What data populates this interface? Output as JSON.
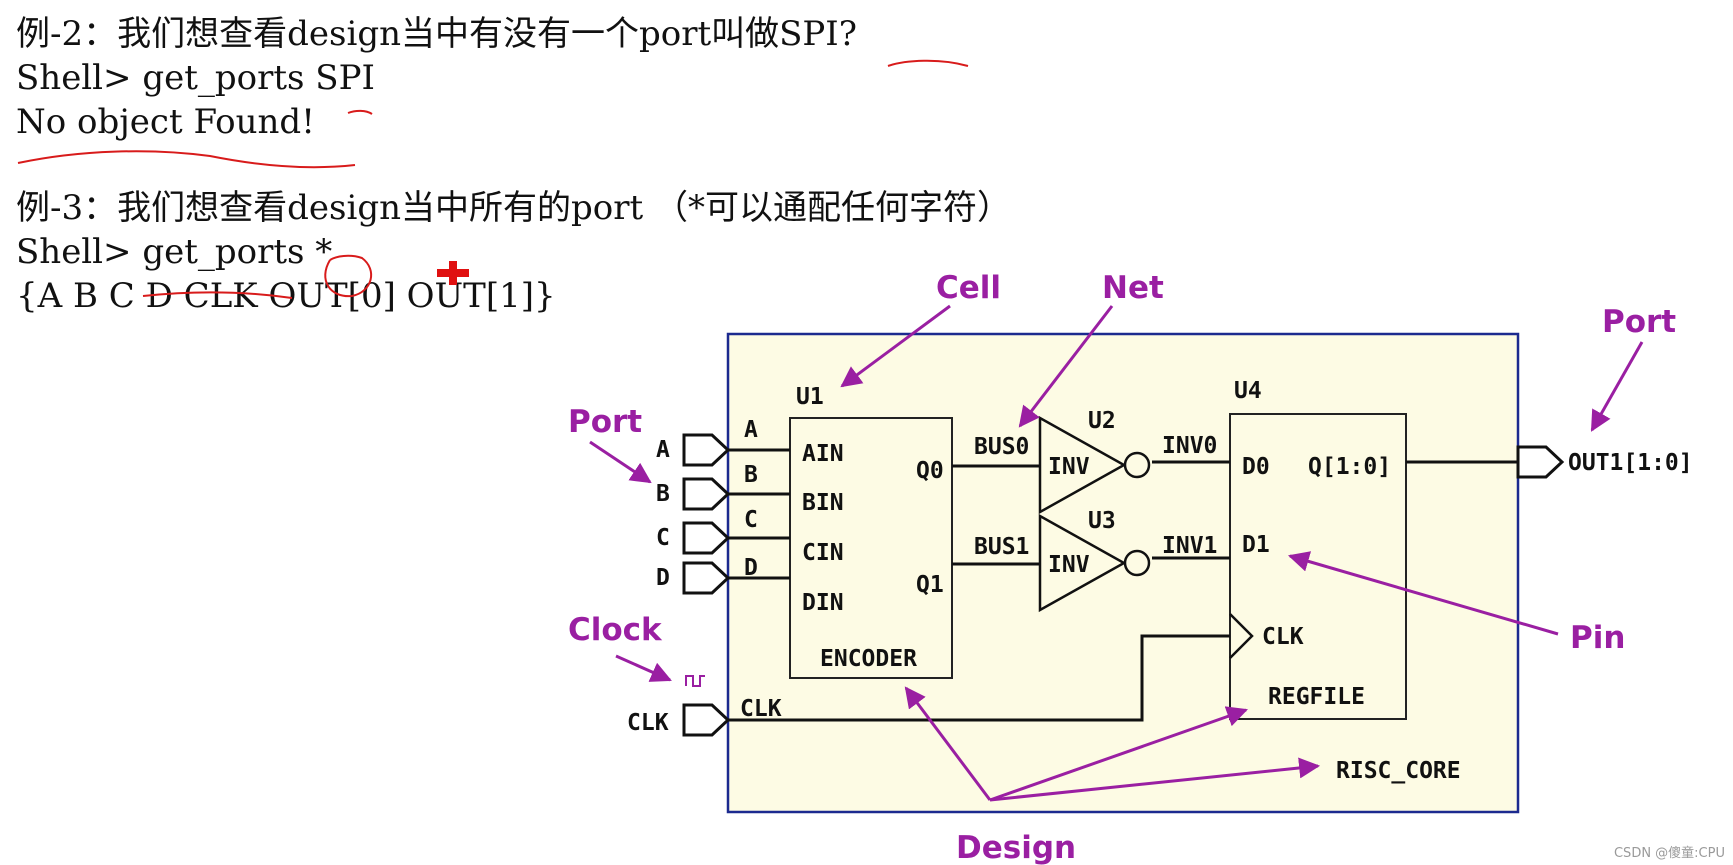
{
  "slide": {
    "lines": [
      "例-2：我们想查看design当中有没有一个port叫做SPI?",
      "Shell> get_ports SPI",
      "No object Found!",
      "例-3：我们想查看design当中所有的port （*可以通配任何字符）",
      "Shell> get_ports *",
      "{A B C D CLK OUT[0] OUT[1]}"
    ]
  },
  "diagram": {
    "callouts": {
      "cell": "Cell",
      "net": "Net",
      "port_top": "Port",
      "port_left": "Port",
      "clock": "Clock",
      "pin": "Pin",
      "design": "Design"
    },
    "inputs": [
      {
        "name": "A",
        "wire": "A"
      },
      {
        "name": "B",
        "wire": "B"
      },
      {
        "name": "C",
        "wire": "C"
      },
      {
        "name": "D",
        "wire": "D"
      }
    ],
    "clk_port": "CLK",
    "clk_wire": "CLK",
    "u1": {
      "name": "U1",
      "pins_in": [
        "AIN",
        "BIN",
        "CIN",
        "DIN"
      ],
      "pins_out": [
        "Q0",
        "Q1"
      ],
      "type": "ENCODER"
    },
    "bus0": "BUS0",
    "bus1": "BUS1",
    "u2": {
      "name": "U2",
      "type": "INV"
    },
    "u3": {
      "name": "U3",
      "type": "INV"
    },
    "inv0": "INV0",
    "inv1": "INV1",
    "u4": {
      "name": "U4",
      "pins": [
        "D0",
        "D1",
        "CLK"
      ],
      "out_pin": "Q[1:0]",
      "type": "REGFILE"
    },
    "out_port": "OUT1[1:0]",
    "core": "RISC_CORE",
    "colors": {
      "callout": "#9a1fa2",
      "core_fill": "#fdfbe4",
      "core_border": "#1c2a8f",
      "annotation": "#d81b1b"
    }
  },
  "watermark": "CSDN @傻童:CPU"
}
